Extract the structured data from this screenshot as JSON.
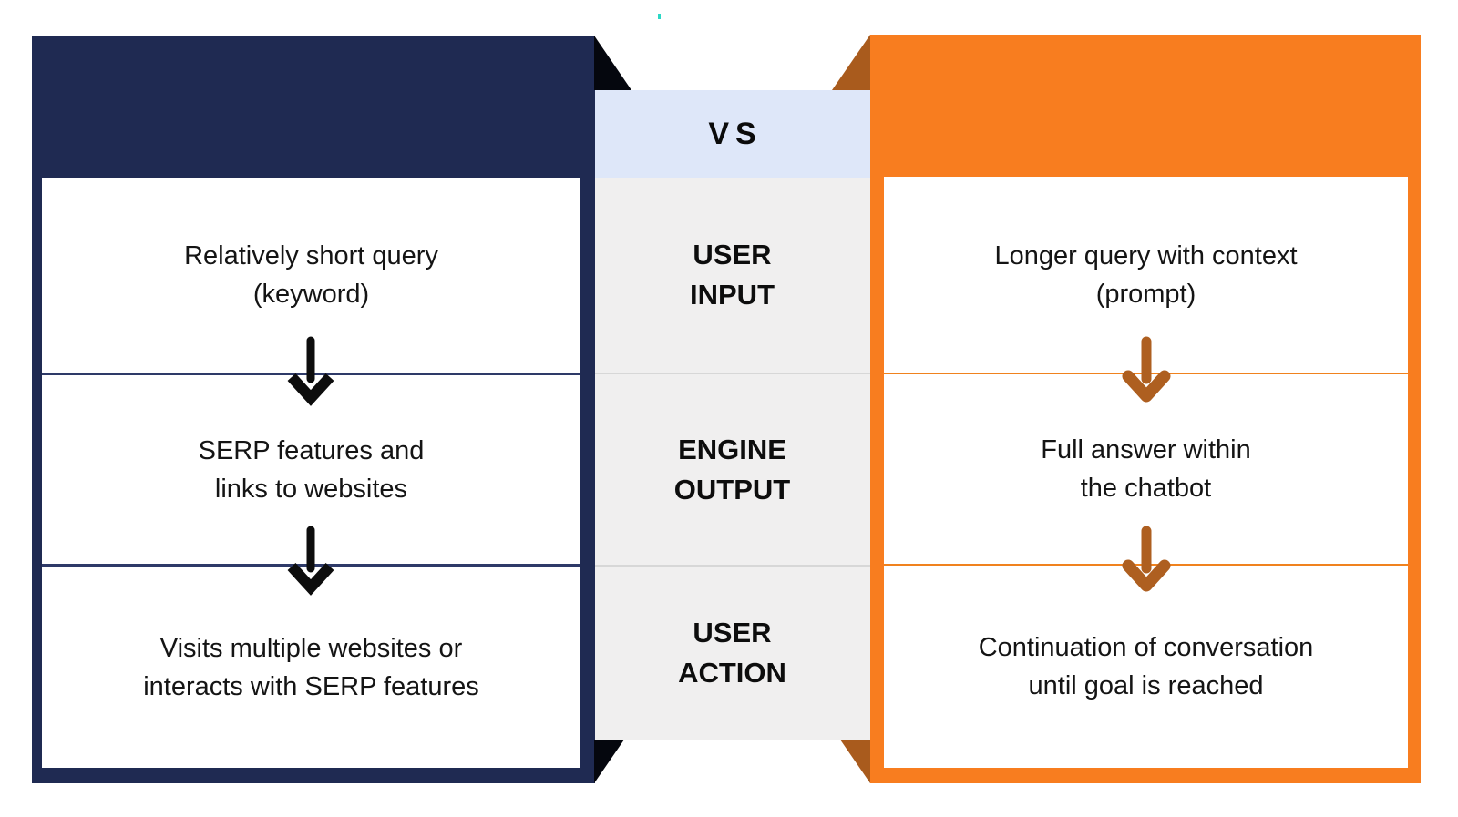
{
  "colors": {
    "navy": "#1F2A52",
    "navy_line": "#2E3A68",
    "orange": "#F87D1F",
    "orange_line": "#F0821E",
    "fold_black": "#05070E",
    "fold_brown": "#A95B1D",
    "arrow_black": "#0D0D0D",
    "arrow_brown": "#AE5F20",
    "vs_band_bg": "#DEE7F9",
    "center_band_bg": "#F0EFEF",
    "center_divider": "#D7D7D7",
    "text": "#141414",
    "panel_bg": "#FFFFFF",
    "artifact_dot": "#2BD8C5"
  },
  "center": {
    "vs_label": "VS",
    "rows": [
      {
        "label_lines": [
          "USER",
          "INPUT"
        ]
      },
      {
        "label_lines": [
          "ENGINE",
          "OUTPUT"
        ]
      },
      {
        "label_lines": [
          "USER",
          "ACTION"
        ]
      }
    ]
  },
  "left_panel": {
    "theme": "navy",
    "rows": [
      {
        "lines": [
          "Relatively short query",
          "(keyword)"
        ]
      },
      {
        "lines": [
          "SERP features and",
          "links to websites"
        ]
      },
      {
        "lines": [
          "Visits multiple websites or",
          "interacts with SERP features"
        ]
      }
    ]
  },
  "right_panel": {
    "theme": "orange",
    "rows": [
      {
        "lines": [
          "Longer query with context",
          "(prompt)"
        ]
      },
      {
        "lines": [
          "Full answer within",
          "the chatbot"
        ]
      },
      {
        "lines": [
          "Continuation of conversation",
          "until goal is reached"
        ]
      }
    ]
  }
}
